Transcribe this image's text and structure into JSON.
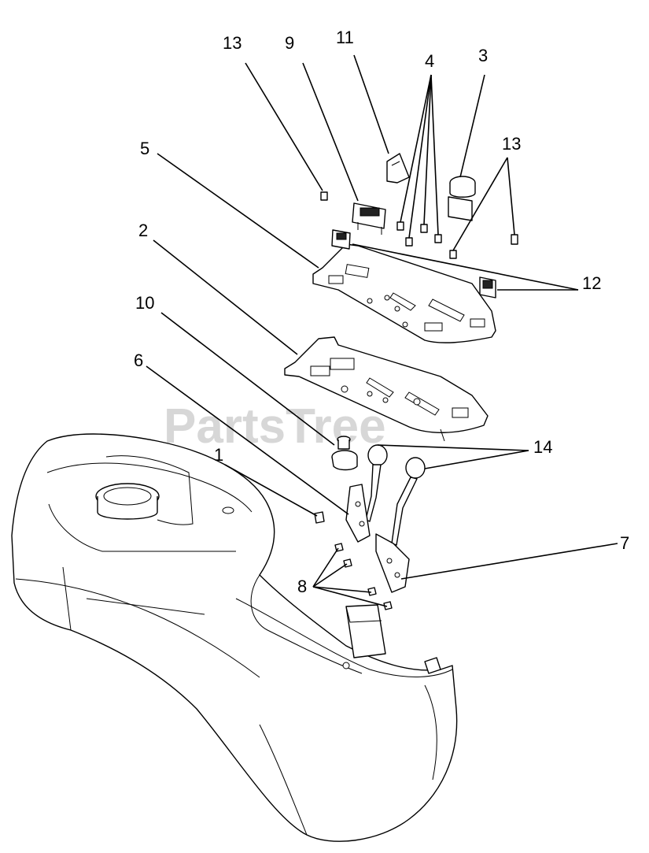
{
  "watermark": "PartsTree",
  "callouts": {
    "c1": "1",
    "c2": "2",
    "c3": "3",
    "c4": "4",
    "c5": "5",
    "c6": "6",
    "c7": "7",
    "c8": "8",
    "c9": "9",
    "c10": "10",
    "c11": "11",
    "c12": "12",
    "c13a": "13",
    "c13b": "13",
    "c14": "14"
  }
}
